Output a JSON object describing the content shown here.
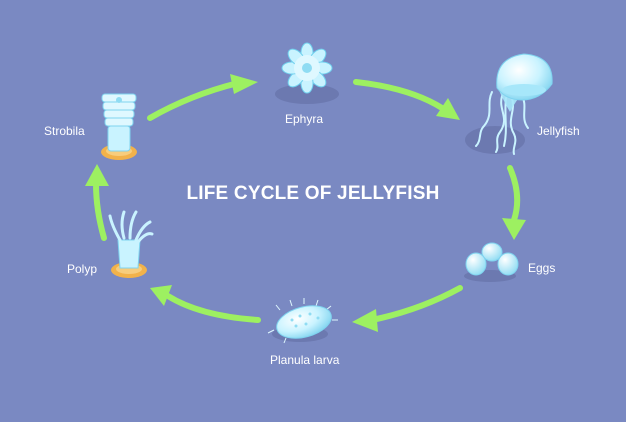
{
  "title": "LIFE CYCLE OF JELLYFISH",
  "stages": {
    "ephyra": "Ephyra",
    "jellyfish": "Jellyfish",
    "eggs": "Eggs",
    "planula": "Planula larva",
    "polyp": "Polyp",
    "strobila": "Strobila"
  },
  "colors": {
    "background": "#7a89c2",
    "arrow": "#9df061",
    "organism": "#c9f3ff",
    "organism_edge": "#6fd0ee",
    "base": "#f2b24a",
    "shadow": "#6c79b0"
  }
}
